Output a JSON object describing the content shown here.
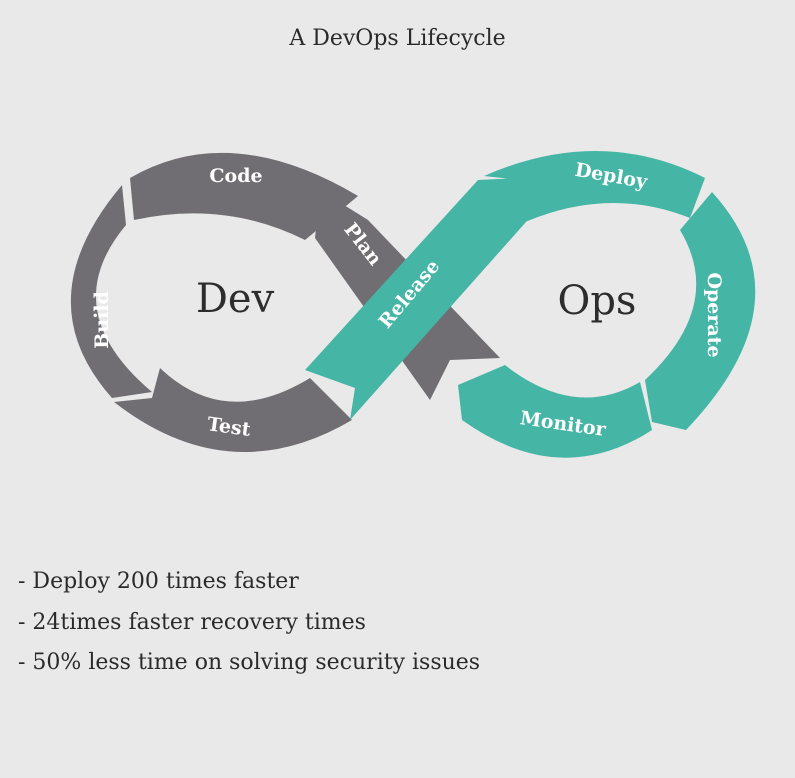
{
  "title": "A DevOps Lifecycle",
  "colors": {
    "background": "#e9e9e9",
    "dev": "#706e72",
    "ops": "#45b5a5",
    "label_text": "#ffffff"
  },
  "diagram": {
    "dev_label": "Dev",
    "ops_label": "Ops",
    "stages": {
      "code": "Code",
      "build": "Build",
      "test": "Test",
      "plan": "Plan",
      "release": "Release",
      "deploy": "Deploy",
      "operate": "Operate",
      "monitor": "Monitor"
    }
  },
  "stats": [
    "- Deploy 200 times faster",
    "- 24times faster recovery times",
    "- 50% less time on solving security issues"
  ]
}
